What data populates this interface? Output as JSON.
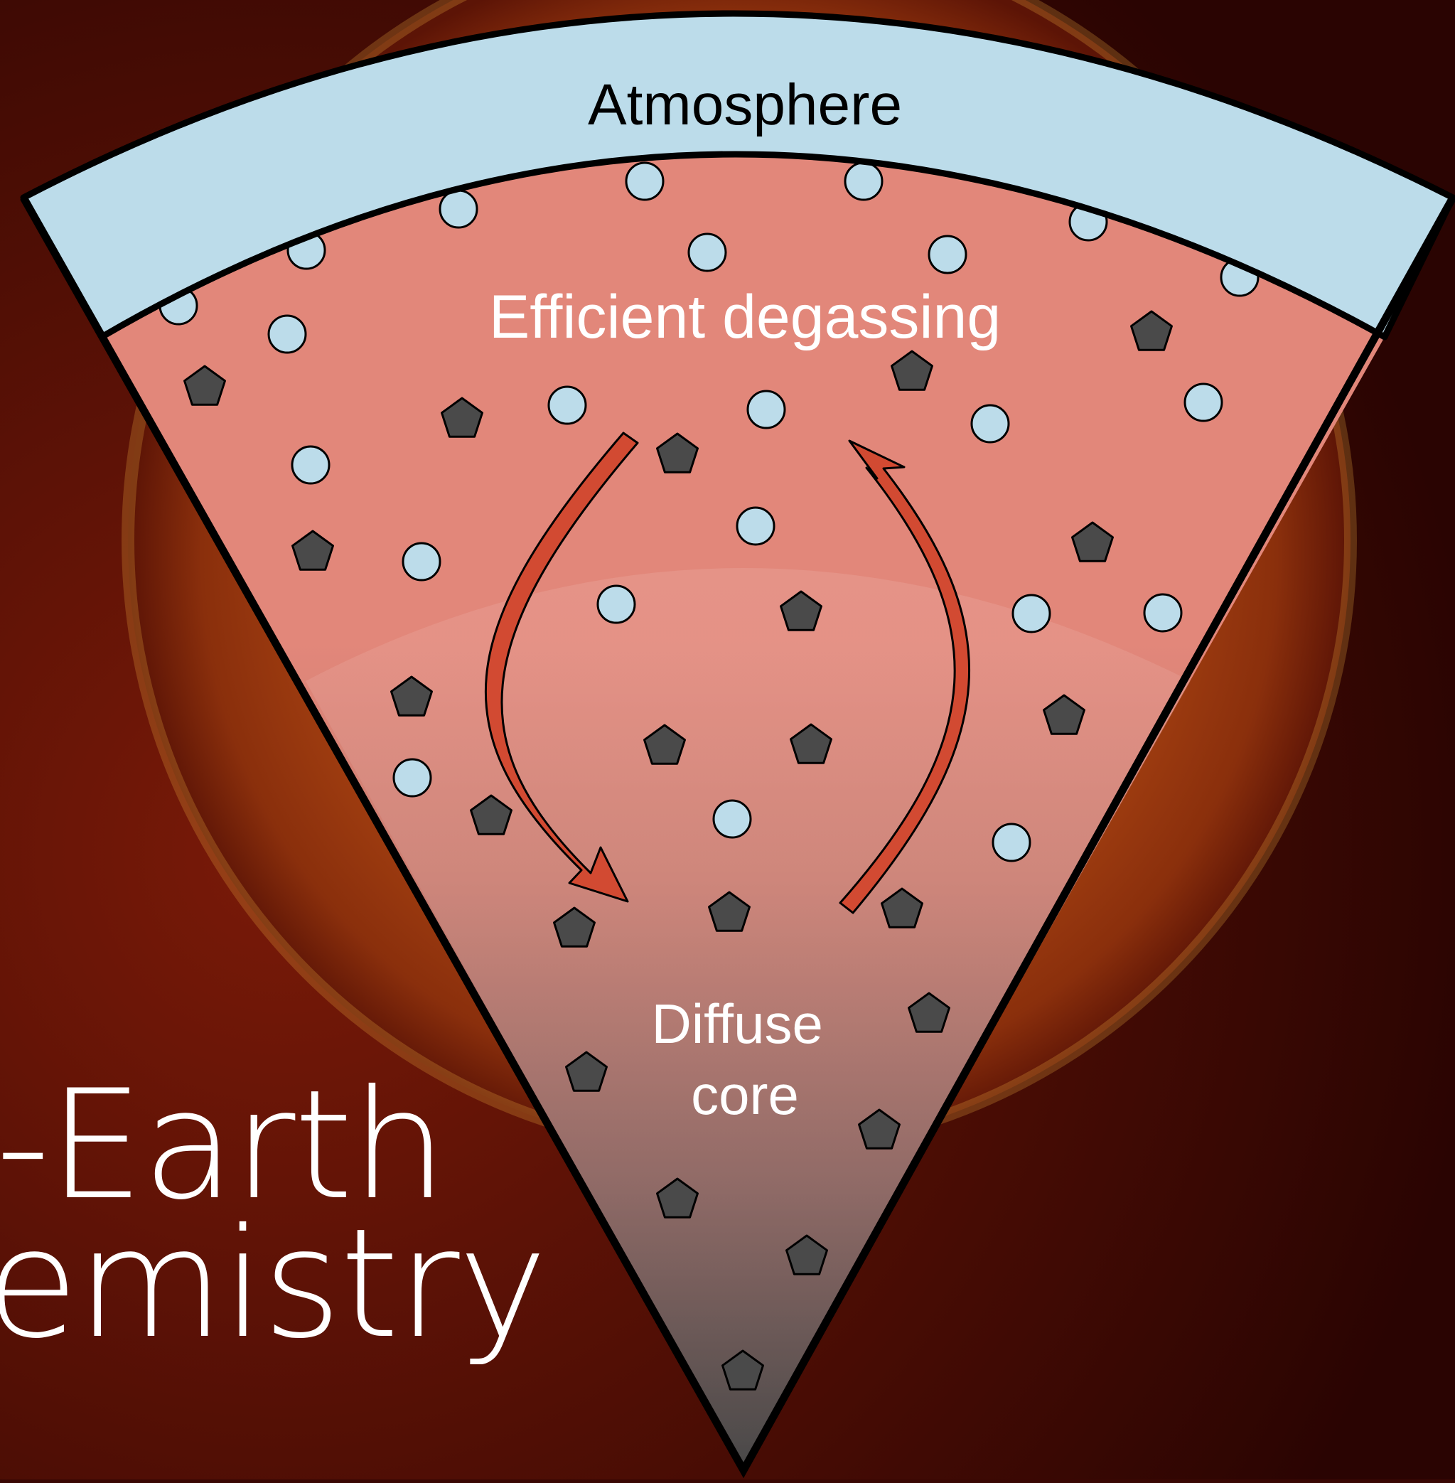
{
  "diagram": {
    "layers": {
      "atmosphere": {
        "label": "Atmosphere",
        "color": "#bcdcea"
      },
      "magma_ocean": {
        "label": "Efficient degassing",
        "color": "#e2877a"
      },
      "core": {
        "label_lines": [
          "Diffuse",
          "core"
        ],
        "color": "#4f4f4f"
      }
    },
    "particles": {
      "bubble_color": "#bcdcea",
      "crystal_color": "#4a4a4a"
    },
    "arrows": {
      "color": "#d24a32",
      "count": 2
    },
    "background": {
      "planet_color": "#9c3a12",
      "space_color": "#3a0703",
      "title_lines": [
        "-Earth",
        "emistry"
      ]
    }
  }
}
